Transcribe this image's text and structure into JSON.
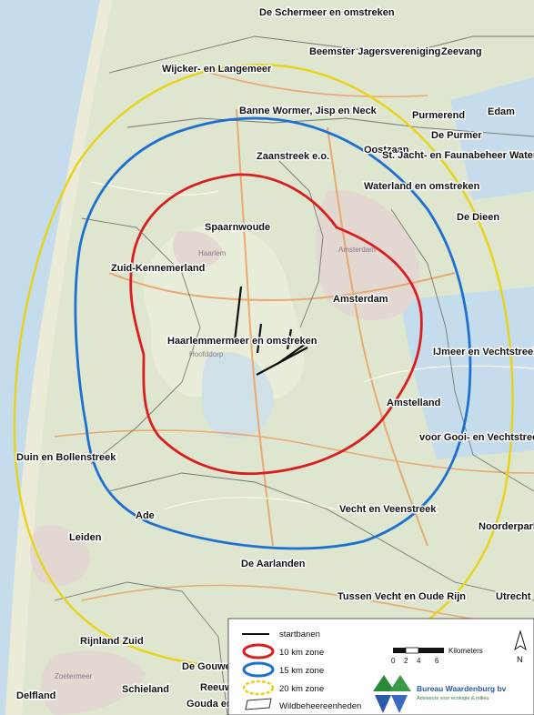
{
  "map": {
    "region_labels": [
      "De Schermeer en omstreken",
      "Beemster Jagersvereniging",
      "Zeevang",
      "Wijcker- en Langemeer",
      "Banne Wormer, Jisp en Neck",
      "Purmerend",
      "Edam",
      "De Purmer",
      "Zaanstreek e.o.",
      "Oostzaan",
      "St. Jacht- en Faunabeheer Waterland",
      "Waterland en omstreken",
      "De Dieen",
      "Spaarnwoude",
      "Zuid-Kennemerland",
      "Amsterdam",
      "Haarlemmermeer en omstreken",
      "IJmeer en Vechtstreek",
      "Amstelland",
      "voor Gooi- en Vechtstreek",
      "Duin en Bollenstreek",
      "Vecht en Veenstreek",
      "Ade",
      "Noorderpark",
      "Leiden",
      "De Aarlanden",
      "Tussen Vecht en Oude Rijn",
      "Utrecht",
      "Rijnland Zuid",
      "De Gouwe",
      "Schieland",
      "Reeuwijk",
      "Delfland",
      "Gouda en"
    ],
    "city_labels": [
      "Haarlem",
      "Hoofddorp",
      "Amsterdam",
      "Zoetermeer"
    ]
  },
  "legend": {
    "items": [
      {
        "label": "startbanen",
        "symbol": "line",
        "color": "#111111"
      },
      {
        "label": "10 km zone",
        "symbol": "ellipse",
        "color": "#d81e1e"
      },
      {
        "label": "15 km zone",
        "symbol": "ellipse",
        "color": "#1d6fd1"
      },
      {
        "label": "20 km zone",
        "symbol": "ellipse",
        "color": "#e8d21a"
      },
      {
        "label": "Wildbeheereenheden",
        "symbol": "polygon",
        "color": "#ffffff"
      }
    ],
    "scale": {
      "unit": "Kilometers",
      "ticks": [
        "0",
        "2",
        "4",
        "6"
      ]
    },
    "north": "N",
    "brand": {
      "name": "Bureau Waardenburg bv",
      "tagline": "Adviseurs voor ecologie & milieu"
    }
  },
  "colors": {
    "red_zone": "#d81e1e",
    "blue_zone": "#1d6fd1",
    "yellow_zone": "#e8d21a"
  }
}
